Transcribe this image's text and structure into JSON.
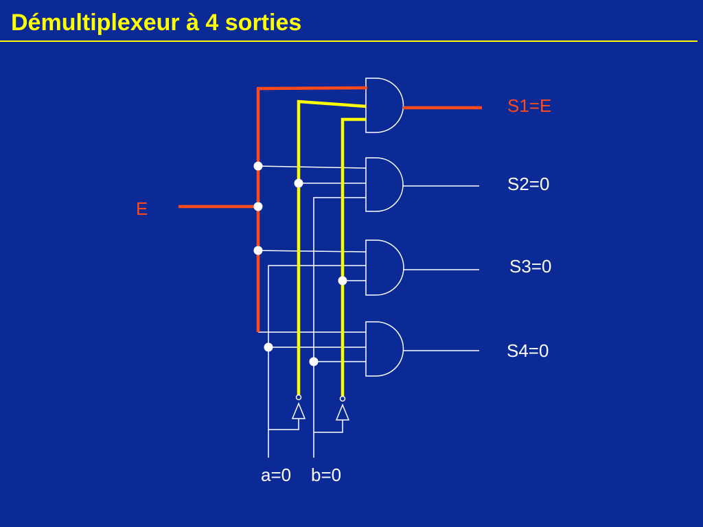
{
  "title": "Démultiplexeur à 4 sorties",
  "labels": {
    "input": "E",
    "outputs": [
      "S1=E",
      "S2=0",
      "S3=0",
      "S4=0"
    ],
    "select_a": "a=0",
    "select_b": "b=0"
  },
  "colors": {
    "background": "#0B2A96",
    "title": "#FFFF00",
    "active_input_wire": "#FF4A1C",
    "active_select_wire": "#FFFF00",
    "inactive_wire": "#FFFFFF",
    "active_output_label": "#FF4A1C",
    "inactive_output_label": "#FFFFFF"
  }
}
